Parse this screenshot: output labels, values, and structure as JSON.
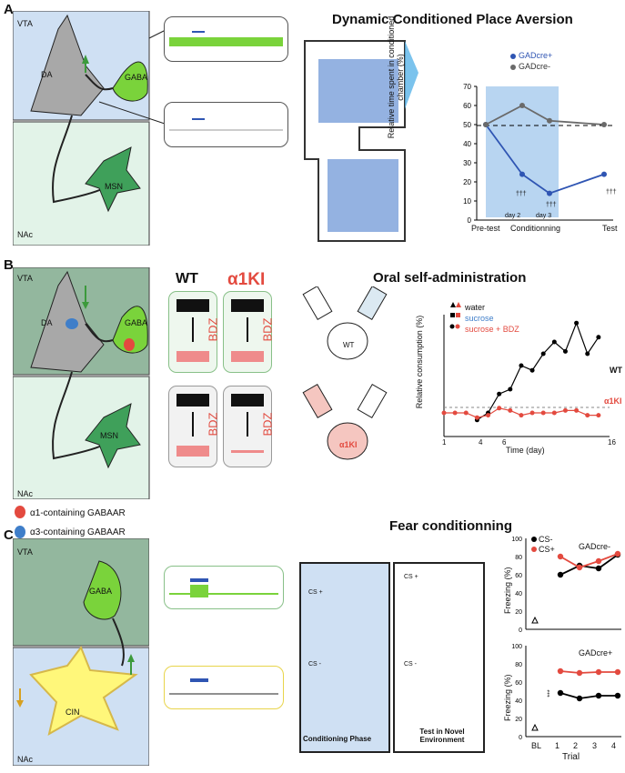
{
  "panels": {
    "a": {
      "letter": "A",
      "title": "Dynamic Conditioned Place Aversion",
      "labels": {
        "vta": "VTA",
        "da": "DA",
        "gaba": "GABA",
        "msn": "MSN",
        "nac": "NAc"
      },
      "chart_data": {
        "type": "line",
        "ylabel": "Relative time spent in conditioned chamber (%)",
        "ylim": [
          0,
          70
        ],
        "yticks": [
          "0",
          "10",
          "20",
          "30",
          "40",
          "50",
          "60",
          "70"
        ],
        "x_labels": [
          "Pre-test",
          "day 2",
          "day 3",
          "Test"
        ],
        "conditioning_label": "Conditionning",
        "series": [
          {
            "name": "GADcre+",
            "color": "#2f55b3",
            "values": [
              50,
              24,
              14,
              24
            ]
          },
          {
            "name": "GADcre-",
            "color": "#6a6a6a",
            "values": [
              50,
              60,
              52,
              50
            ]
          }
        ],
        "annotations": [
          "†††",
          "†††",
          "†††"
        ]
      }
    },
    "b": {
      "letter": "B",
      "title": "Oral self-administration",
      "labels": {
        "vta": "VTA",
        "da": "DA",
        "gaba": "GABA",
        "msn": "MSN",
        "nac": "NAc",
        "wt": "WT",
        "a1ki": "α1KI",
        "bdz": "BDZ",
        "rat_wt": "WT",
        "rat_ki": "α1KI"
      },
      "legend_receptors": [
        "α1-containing GABAAR",
        "α3-containing GABAAR"
      ],
      "chart_data": {
        "type": "line",
        "ylabel": "Relative consumption (%)",
        "xlabel": "Time (day)",
        "xticks": [
          "1",
          "4",
          "6",
          "16"
        ],
        "legend": [
          "water",
          "sucrose",
          "sucrose + BDZ"
        ],
        "series": [
          {
            "name": "WT",
            "color": "#000000",
            "x": [
              4,
              5,
              6,
              7,
              8,
              9,
              10,
              11,
              12,
              13,
              14,
              15
            ],
            "values": [
              7,
              10,
              18,
              20,
              30,
              28,
              35,
              40,
              36,
              48,
              35,
              42
            ]
          },
          {
            "name": "α1KI",
            "color": "#e34a3f",
            "x": [
              1,
              2,
              3,
              4,
              5,
              6,
              7,
              8,
              9,
              10,
              11,
              12,
              13,
              14,
              15
            ],
            "values": [
              10,
              10,
              10,
              8,
              9,
              12,
              11,
              9,
              10,
              10,
              10,
              11,
              11,
              9,
              9
            ]
          }
        ]
      }
    },
    "c": {
      "letter": "C",
      "title": "Fear conditionning",
      "labels": {
        "vta": "VTA",
        "gaba": "GABA",
        "cin": "CIN",
        "nac": "NAc",
        "cs_plus": "CS +",
        "cs_minus": "CS -",
        "conditioning_phase": "Conditioning Phase",
        "test_env": "Test in Novel Environment"
      },
      "chart_data": [
        {
          "type": "line",
          "title": "GADcre-",
          "ylabel": "Freezing (%)",
          "ylim": [
            0,
            100
          ],
          "yticks": [
            "0",
            "20",
            "40",
            "60",
            "80",
            "100"
          ],
          "series": [
            {
              "name": "CS-",
              "color": "#000000",
              "values": [
                60,
                70,
                67,
                82
              ]
            },
            {
              "name": "CS+",
              "color": "#e34a3f",
              "values": [
                80,
                68,
                75,
                83
              ]
            }
          ],
          "bl": 10
        },
        {
          "type": "line",
          "title": "GADcre+",
          "ylabel": "Freezing (%)",
          "ylim": [
            0,
            100
          ],
          "yticks": [
            "0",
            "20",
            "40",
            "60",
            "80",
            "100"
          ],
          "xticks": [
            "BL",
            "1",
            "2",
            "3",
            "4"
          ],
          "xlabel": "Trial",
          "annotation": "***",
          "series": [
            {
              "name": "CS-",
              "color": "#000000",
              "values": [
                48,
                42,
                45,
                45
              ]
            },
            {
              "name": "CS+",
              "color": "#e34a3f",
              "values": [
                72,
                70,
                71,
                71
              ]
            }
          ],
          "bl": 10
        }
      ]
    }
  }
}
